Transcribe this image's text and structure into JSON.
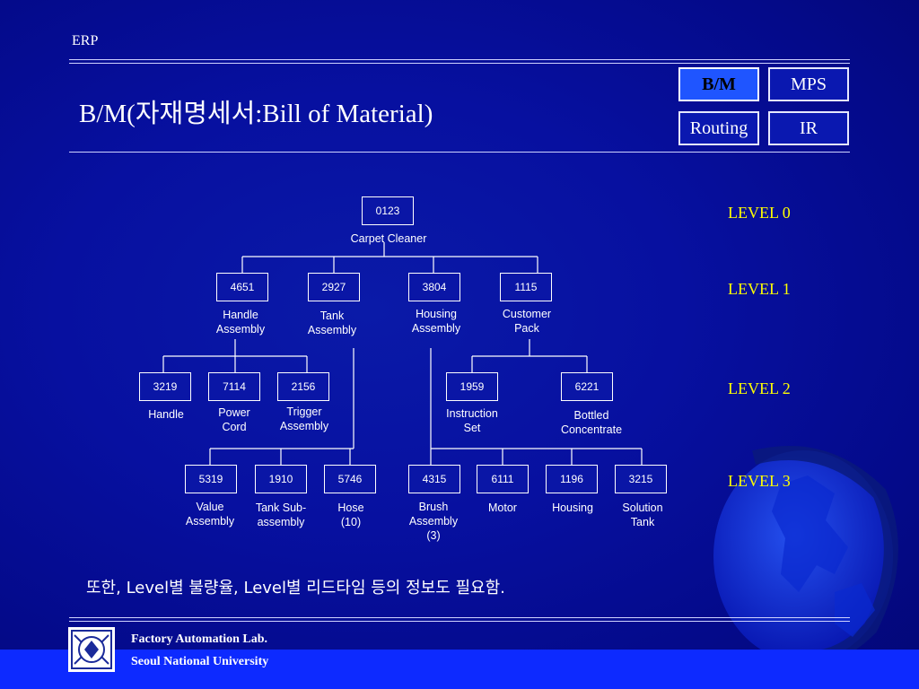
{
  "header": {
    "app_label": "ERP",
    "title": "B/M(자재명세서:Bill of Material)"
  },
  "nav": {
    "bm": "B/M",
    "mps": "MPS",
    "routing": "Routing",
    "ir": "IR"
  },
  "levels": [
    "LEVEL 0",
    "LEVEL 1",
    "LEVEL 2",
    "LEVEL 3"
  ],
  "tree": {
    "root": {
      "code": "0123",
      "name": "Carpet Cleaner"
    },
    "l1": [
      {
        "code": "4651",
        "name1": "Handle",
        "name2": "Assembly"
      },
      {
        "code": "2927",
        "name1": "Tank",
        "name2": "Assembly"
      },
      {
        "code": "3804",
        "name1": "Housing",
        "name2": "Assembly"
      },
      {
        "code": "1115",
        "name1": "Customer",
        "name2": "Pack"
      }
    ],
    "l2": [
      {
        "code": "3219",
        "name1": "Handle",
        "name2": ""
      },
      {
        "code": "7114",
        "name1": "Power",
        "name2": "Cord"
      },
      {
        "code": "2156",
        "name1": "Trigger",
        "name2": "Assembly"
      },
      {
        "code": "1959",
        "name1": "Instruction",
        "name2": "Set"
      },
      {
        "code": "6221",
        "name1": "Bottled",
        "name2": "Concentrate"
      }
    ],
    "l3": [
      {
        "code": "5319",
        "name1": "Value",
        "name2": "Assembly",
        "name3": ""
      },
      {
        "code": "1910",
        "name1": "Tank Sub-",
        "name2": "assembly",
        "name3": ""
      },
      {
        "code": "5746",
        "name1": "Hose",
        "name2": "(10)",
        "name3": ""
      },
      {
        "code": "4315",
        "name1": "Brush",
        "name2": "Assembly",
        "name3": "(3)"
      },
      {
        "code": "6111",
        "name1": "Motor",
        "name2": "",
        "name3": ""
      },
      {
        "code": "1196",
        "name1": "Housing",
        "name2": "",
        "name3": ""
      },
      {
        "code": "3215",
        "name1": "Solution",
        "name2": "Tank",
        "name3": ""
      }
    ]
  },
  "note": "또한, Level별 불량율, Level별 리드타임 등의 정보도 필요함.",
  "footer": {
    "line1": "Factory Automation Lab.",
    "line2": "Seoul National University"
  },
  "colors": {
    "background": "#0710a0",
    "level_text": "#ffff00",
    "footer_bar": "#0d2aff",
    "active_nav": "#1f55ff"
  }
}
